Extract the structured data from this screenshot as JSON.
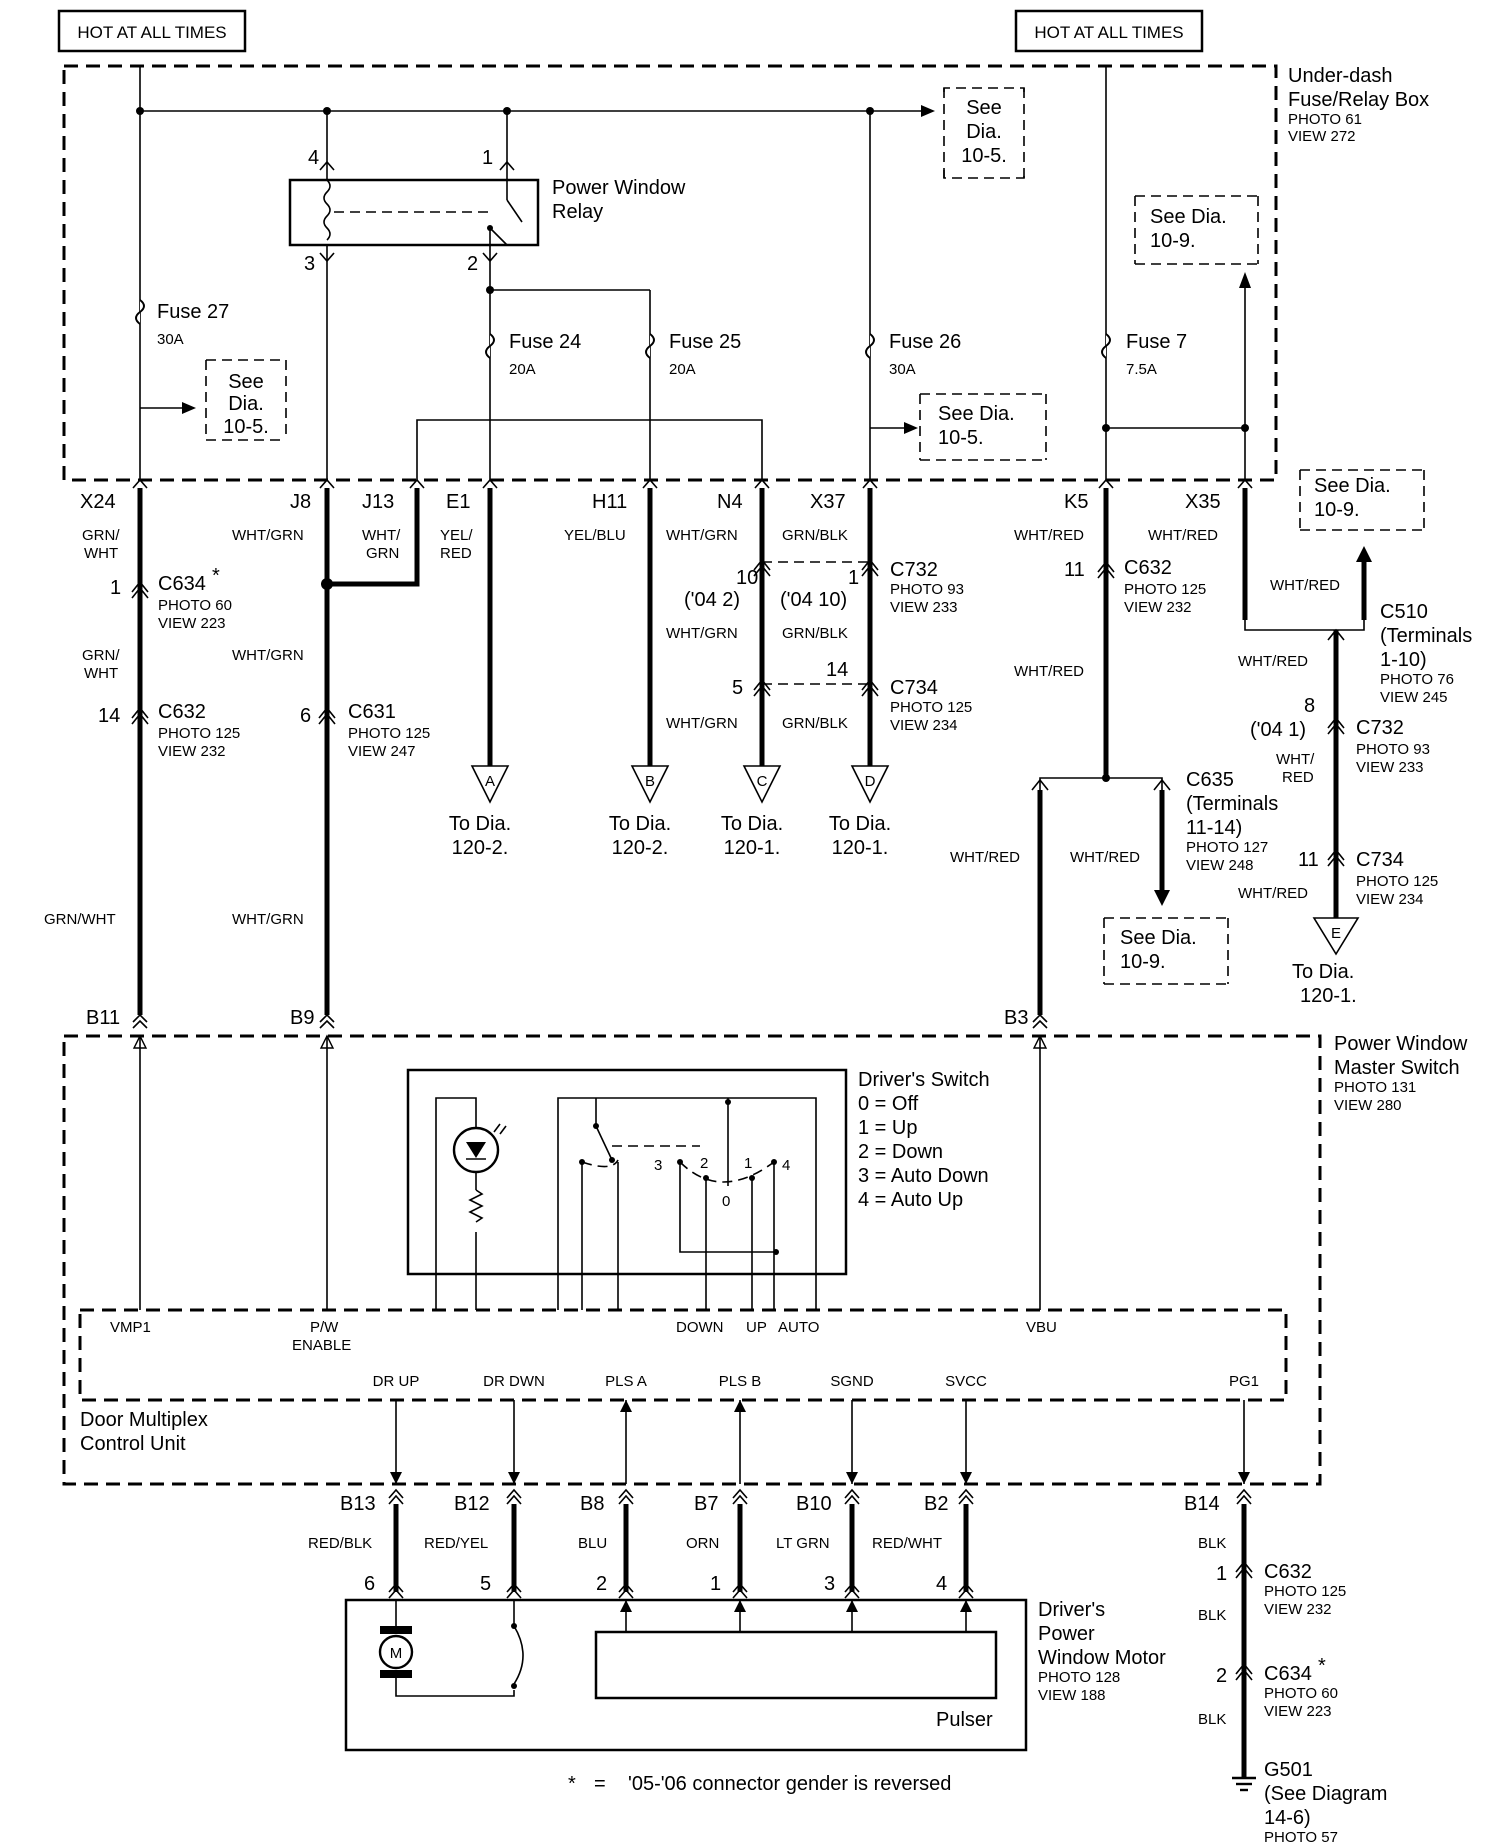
{
  "top_labels": [
    "HOT AT ALL TIMES",
    "HOT AT ALL TIMES"
  ],
  "boxes": {
    "fuse_relay": {
      "name": "Under-dash Fuse/Relay Box",
      "line1": "Under-dash",
      "line2": "Fuse/Relay Box",
      "photo": "PHOTO 61",
      "view": "VIEW 272"
    },
    "master_switch": {
      "line1": "Power Window",
      "line2": "Master Switch",
      "photo": "PHOTO 131",
      "view": "VIEW 280"
    },
    "door_mux": {
      "line1": "Door Multiplex",
      "line2": "Control Unit"
    },
    "motor": {
      "line1": "Driver's",
      "line2": "Power",
      "line3": "Window Motor",
      "photo": "PHOTO 128",
      "view": "VIEW 188",
      "pulser": "Pulser"
    }
  },
  "relay": {
    "line1": "Power Window",
    "line2": "Relay",
    "pins": [
      "4",
      "1",
      "3",
      "2"
    ]
  },
  "fuses": [
    {
      "name": "Fuse 27",
      "rating": "30A"
    },
    {
      "name": "Fuse 24",
      "rating": "20A"
    },
    {
      "name": "Fuse 25",
      "rating": "20A"
    },
    {
      "name": "Fuse 26",
      "rating": "30A"
    },
    {
      "name": "Fuse 7",
      "rating": "7.5A"
    }
  ],
  "see_refs": {
    "a": [
      "See",
      "Dia.",
      "10-5."
    ],
    "b": [
      "See Dia.",
      "10-9."
    ],
    "c": [
      "See",
      "Dia.",
      "10-5."
    ],
    "d": [
      "See Dia.",
      "10-5."
    ],
    "e": [
      "See Dia.",
      "10-9."
    ],
    "f": [
      "See Dia.",
      "10-9."
    ]
  },
  "box_terminals": [
    "X24",
    "J8",
    "J13",
    "E1",
    "H11",
    "N4",
    "X37",
    "K5",
    "X35"
  ],
  "wire_colors": {
    "x24_a": [
      "GRN/",
      "WHT"
    ],
    "x24_b": [
      "GRN/",
      "WHT"
    ],
    "x24_c": "GRN/WHT",
    "j8_a": "WHT/GRN",
    "j8_b": "WHT/GRN",
    "j8_c": "WHT/GRN",
    "j13": [
      "WHT/",
      "GRN"
    ],
    "e1": [
      "YEL/",
      "RED"
    ],
    "h11": "YEL/BLU",
    "n4_a": "WHT/GRN",
    "n4_b": "WHT/GRN",
    "n4_c": "WHT/GRN",
    "x37_a": "GRN/BLK",
    "x37_b": "GRN/BLK",
    "x37_c": "GRN/BLK",
    "k5_a": "WHT/RED",
    "k5_b": "WHT/RED",
    "k5_c": "WHT/RED",
    "k5_d": "WHT/RED",
    "x35_a": "WHT/RED",
    "x35_b": "WHT/RED",
    "x35_c": "WHT/RED",
    "x35_d": [
      "WHT/",
      "RED"
    ],
    "x35_e": "WHT/RED",
    "b13": "RED/BLK",
    "b12": "RED/YEL",
    "b8": "BLU",
    "b7": "ORN",
    "b10": "LT GRN",
    "b2": "RED/WHT",
    "b14_a": "BLK",
    "b14_b": "BLK",
    "b14_c": "BLK"
  },
  "connectors": {
    "c634_top": {
      "name": "C634",
      "star": "*",
      "pin": "1",
      "photo": "PHOTO 60",
      "view": "VIEW 223"
    },
    "c632_left": {
      "name": "C632",
      "pin": "14",
      "photo": "PHOTO 125",
      "view": "VIEW 232"
    },
    "c631": {
      "name": "C631",
      "pin": "6",
      "photo": "PHOTO 125",
      "view": "VIEW 247"
    },
    "c732_mid": {
      "name": "C732",
      "pin_l": "10",
      "pin_l_alt": "('04 2)",
      "pin_r": "1",
      "pin_r_alt": "('04 10)",
      "photo": "PHOTO 93",
      "view": "VIEW 233"
    },
    "c734_mid": {
      "name": "C734",
      "pin_l": "5",
      "pin_r": "14",
      "photo": "PHOTO 125",
      "view": "VIEW 234"
    },
    "c632_right": {
      "name": "C632",
      "pin": "11",
      "photo": "PHOTO 125",
      "view": "VIEW 232"
    },
    "c510": {
      "name": "C510",
      "line2": "(Terminals",
      "line3": "1-10)",
      "photo": "PHOTO 76",
      "view": "VIEW 245"
    },
    "c732_right": {
      "name": "C732",
      "pin": "8",
      "pin_alt": "('04 1)",
      "photo": "PHOTO 93",
      "view": "VIEW 233"
    },
    "c635": {
      "name": "C635",
      "line2": "(Terminals",
      "line3": "11-14)",
      "photo": "PHOTO 127",
      "view": "VIEW 248"
    },
    "c734_right": {
      "name": "C734",
      "pin": "11",
      "photo": "PHOTO 125",
      "view": "VIEW 234"
    },
    "c632_bot": {
      "name": "C632",
      "pin": "1",
      "photo": "PHOTO 125",
      "view": "VIEW 232"
    },
    "c634_bot": {
      "name": "C634",
      "star": "*",
      "pin": "2",
      "photo": "PHOTO 60",
      "view": "VIEW 223"
    }
  },
  "offpage": [
    {
      "letter": "A",
      "to": "To Dia.",
      "dia": "120-2."
    },
    {
      "letter": "B",
      "to": "To Dia.",
      "dia": "120-2."
    },
    {
      "letter": "C",
      "to": "To Dia.",
      "dia": "120-1."
    },
    {
      "letter": "D",
      "to": "To Dia.",
      "dia": "120-1."
    },
    {
      "letter": "E",
      "to": "To Dia.",
      "dia": "120-1."
    }
  ],
  "master_terminals": [
    "B11",
    "B9",
    "B3"
  ],
  "driver_switch": {
    "title": "Driver's Switch",
    "legend": [
      "0 = Off",
      "1 = Up",
      "2 = Down",
      "3 = Auto Down",
      "4 = Auto Up"
    ],
    "positions": [
      "3",
      "2",
      "1",
      "4",
      "0"
    ]
  },
  "mux_inputs": [
    "VMP1",
    "P/W",
    "ENABLE",
    "DOWN",
    "UP",
    "AUTO",
    "VBU"
  ],
  "mux_outputs": [
    "DR UP",
    "DR DWN",
    "PLS A",
    "PLS B",
    "SGND",
    "SVCC",
    "PG1"
  ],
  "motor_terminals": [
    "B13",
    "B12",
    "B8",
    "B7",
    "B10",
    "B2",
    "B14"
  ],
  "motor_pins": [
    "6",
    "5",
    "2",
    "1",
    "3",
    "4"
  ],
  "ground": {
    "name": "G501",
    "line2": "(See Diagram",
    "line3": "14-6)",
    "photo": "PHOTO 57"
  },
  "footnote": {
    "star": "*",
    "eq": "=",
    "text": "'05-'06 connector gender is reversed"
  }
}
